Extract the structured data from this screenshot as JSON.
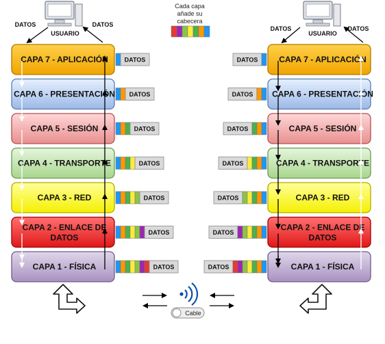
{
  "header_colors": [
    "#e53935",
    "#9c27b0",
    "#8bc34a",
    "#ffeb3b",
    "#4caf50",
    "#ff9800",
    "#2196f3"
  ],
  "usuario": "USUARIO",
  "datos": "DATOS",
  "note": [
    "Cada capa",
    "añade su",
    "cabecera"
  ],
  "cable": "Cable",
  "layers": [
    {
      "label": "CAPA 7 - APLICACIÓN",
      "fill_top": "#ffd04a",
      "fill_bottom": "#f0a500",
      "stroke": "#b07800"
    },
    {
      "label": "CAPA 6 - PRESENTACIÓN",
      "fill_top": "#e6f0ff",
      "fill_bottom": "#9bb9e6",
      "stroke": "#5b7bb0"
    },
    {
      "label": "CAPA 5 - SESIÓN",
      "fill_top": "#ffd6d6",
      "fill_bottom": "#e99090",
      "stroke": "#b05050"
    },
    {
      "label": "CAPA 4 - TRANSPORTE",
      "fill_top": "#e4f5dc",
      "fill_bottom": "#a9d68e",
      "stroke": "#6b9a52"
    },
    {
      "label": "CAPA 3 - RED",
      "fill_top": "#ffff99",
      "fill_bottom": "#f5f000",
      "stroke": "#b0ab00"
    },
    {
      "label": "CAPA 2 - ENLACE DE",
      "label2": "DATOS",
      "fill_top": "#ff7070",
      "fill_bottom": "#e01818",
      "stroke": "#a00000"
    },
    {
      "label": "CAPA 1 - FÍSICA",
      "fill_top": "#e0d6ea",
      "fill_bottom": "#a892c0",
      "stroke": "#6f5a8a"
    }
  ],
  "strip_colors": [
    "#2196f3",
    "#ff9800",
    "#4caf50",
    "#ffeb3b",
    "#8bc34a",
    "#9c27b0",
    "#e53935"
  ]
}
